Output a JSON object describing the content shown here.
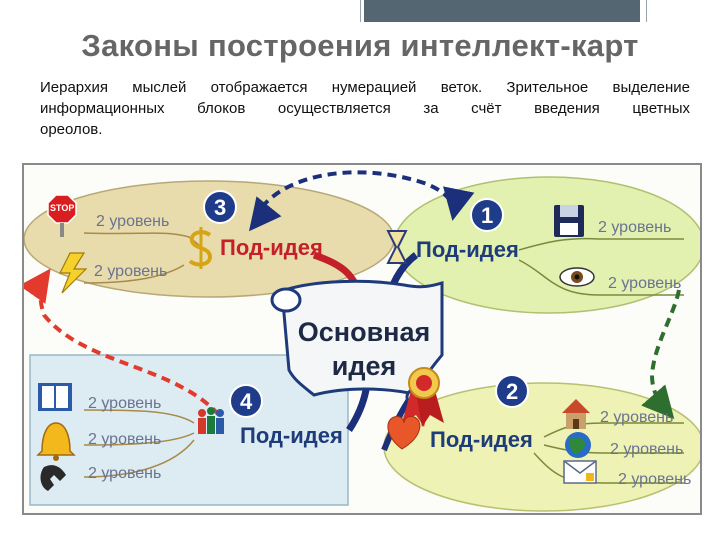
{
  "title": "Законы построения интеллект-карт",
  "description": {
    "lines": [
      "Иерархия мыслей отображается нумерацией веток. Зрительное выделение",
      "информационных блоков осуществляется за счёт введения цветных",
      "ореолов."
    ]
  },
  "diagram": {
    "center_idea": [
      "Основная",
      "идея"
    ],
    "branches": [
      {
        "number": "1",
        "idea": "Под-идея",
        "levels": [
          "2 уровень",
          "2 уровень"
        ],
        "icons": [
          "hourglass-icon",
          "floppy-disk-icon",
          "eye-icon"
        ],
        "halo_color": "#e2f0b0"
      },
      {
        "number": "2",
        "idea": "Под-идея",
        "levels": [
          "2 уровень",
          "2 уровень",
          "2 уровень"
        ],
        "icons": [
          "heart-icon",
          "house-icon",
          "globe-icon",
          "envelope-icon"
        ],
        "halo_color": "#eef2b5"
      },
      {
        "number": "3",
        "idea": "Под-идея",
        "levels": [
          "2 уровень",
          "2 уровень"
        ],
        "icons": [
          "dollar-icon",
          "stop-sign-icon",
          "lightning-icon"
        ],
        "halo_color": "#e8dcac"
      },
      {
        "number": "4",
        "idea": "Под-идея",
        "levels": [
          "2 уровень",
          "2 уровень",
          "2 уровень"
        ],
        "icons": [
          "people-icon",
          "book-icon",
          "bell-icon",
          "telephone-icon"
        ],
        "halo_color": "#dcecf2"
      }
    ],
    "arrow_colors": {
      "blue": "#1b2f7a",
      "red": "#e23a2c",
      "green": "#2e6e2e"
    },
    "stop_sign_text": "STOP"
  }
}
